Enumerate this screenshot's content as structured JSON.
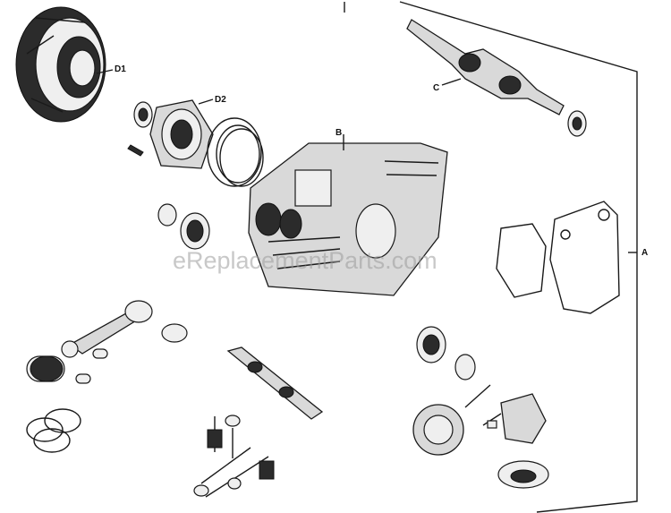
{
  "callouts": {
    "d1": "D1",
    "d2": "D2",
    "b": "B",
    "c": "C",
    "a": "A"
  },
  "watermark": "eReplacementParts.com"
}
